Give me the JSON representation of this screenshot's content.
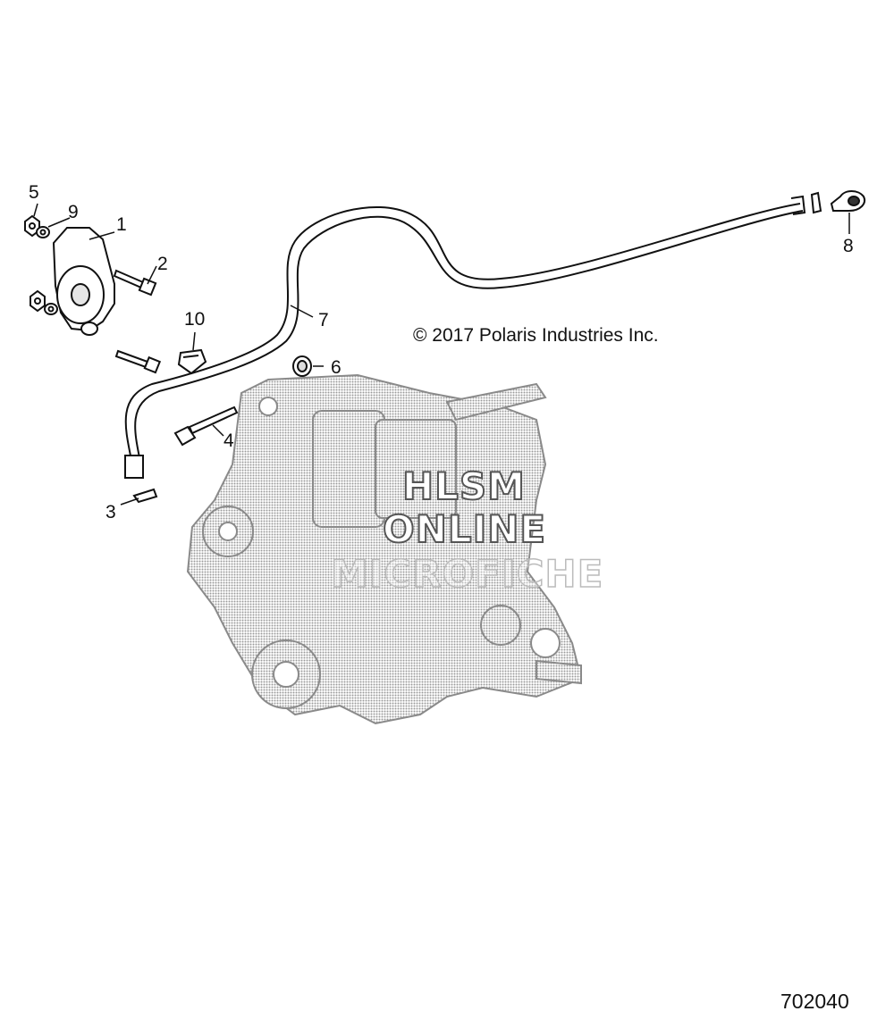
{
  "callouts": [
    "1",
    "2",
    "3",
    "4",
    "5",
    "6",
    "7",
    "8",
    "9",
    "10"
  ],
  "copyright": "© 2017 Polaris Industries Inc.",
  "drawing_number": "702040",
  "watermark": {
    "line1": "HLSM",
    "line2": "ONLINE",
    "line3": "MICROFICHE"
  },
  "colors": {
    "line": "#111111",
    "transmission_shade": "#9a9a9a",
    "watermark_outline": "#555555"
  }
}
